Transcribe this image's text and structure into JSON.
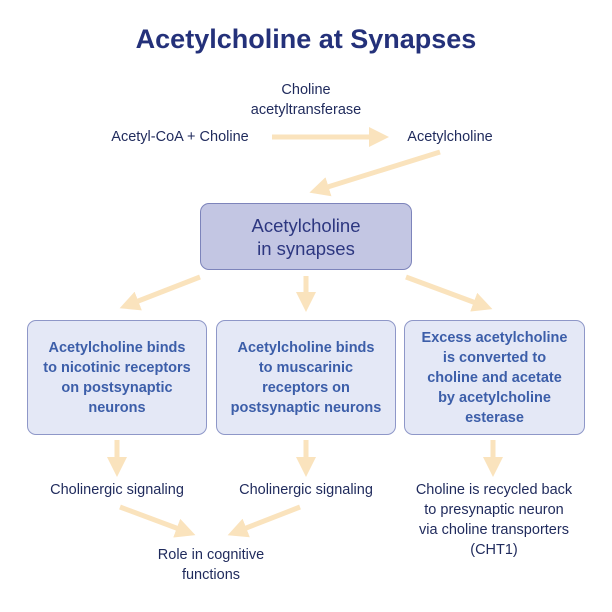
{
  "title": "Acetylcholine at Synapses",
  "enzyme_label": "Choline\nacetyltransferase",
  "reactants": "Acetyl-CoA + Choline",
  "product": "Acetylcholine",
  "center_box": "Acetylcholine\nin synapses",
  "branches": [
    {
      "box": "Acetylcholine binds\nto nicotinic receptors\non postsynaptic\nneurons",
      "outcome": "Cholinergic signaling"
    },
    {
      "box": "Acetylcholine binds\nto muscarinic\nreceptors on\npostsynaptic neurons",
      "outcome": "Cholinergic signaling"
    },
    {
      "box": "Excess acetylcholine\nis converted to\ncholine and acetate\nby acetylcholine\nesterase",
      "outcome": "Choline is recycled back\nto presynaptic neuron\nvia choline transporters\n(CHT1)"
    }
  ],
  "final_outcome": "Role in cognitive\nfunctions",
  "colors": {
    "title": "#24317a",
    "text": "#1f2a5c",
    "box_text": "#3c5ea9",
    "center_fill": "#c3c6e3",
    "box_fill": "#e4e8f6",
    "arrow": "#fae3bd"
  }
}
